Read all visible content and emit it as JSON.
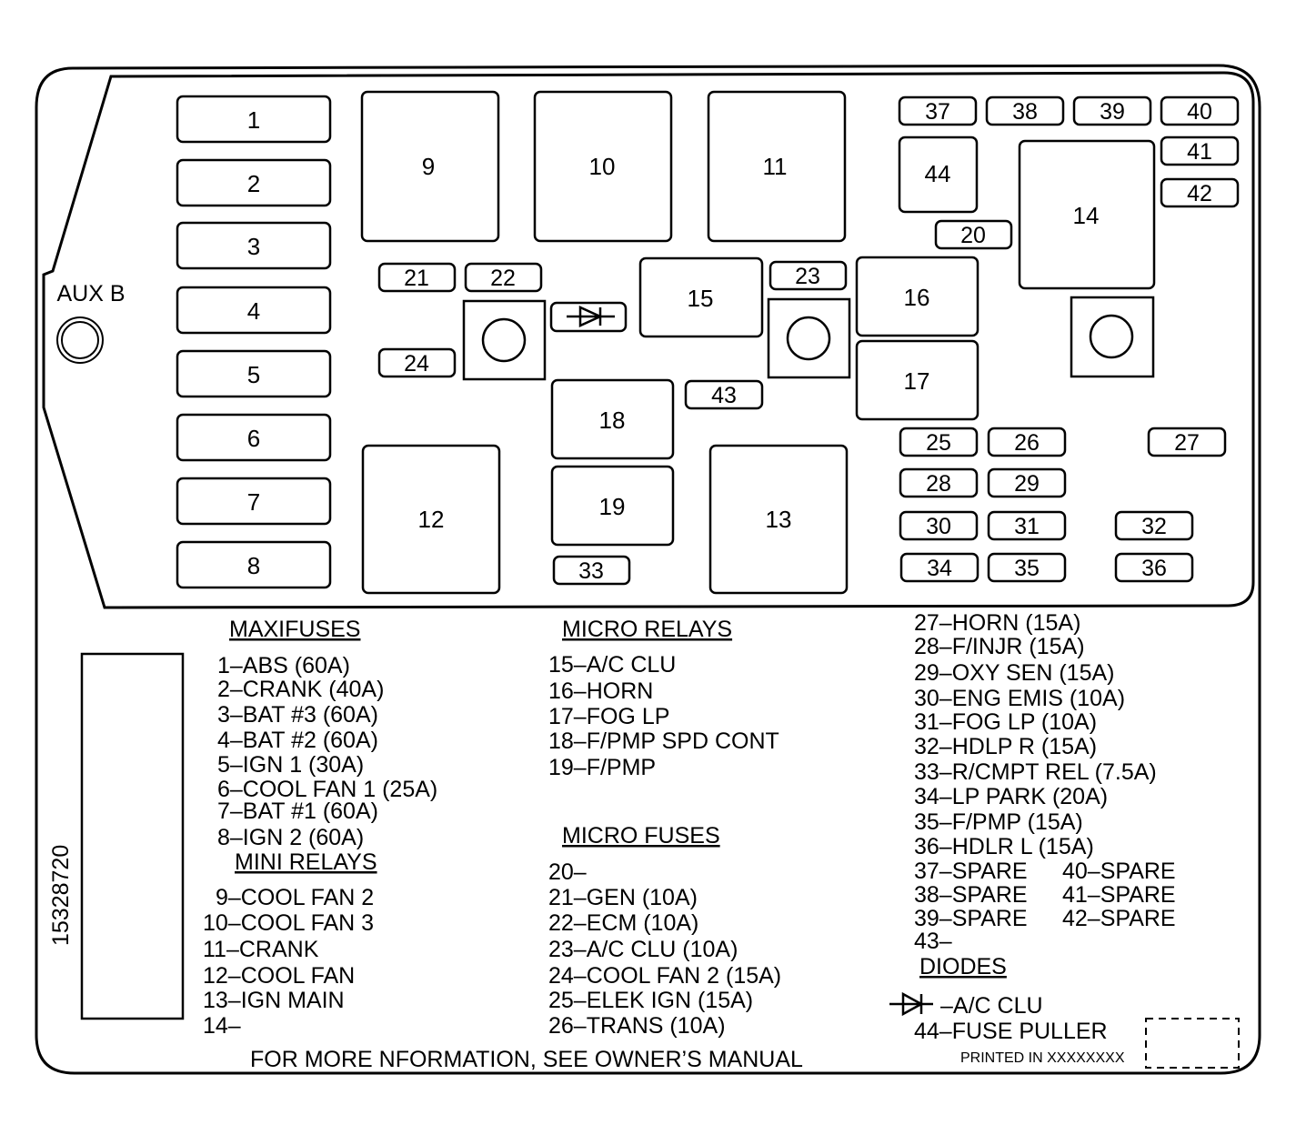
{
  "aux_label": "AUX B",
  "part_number": "15328720",
  "components": {
    "c1": "1",
    "c2": "2",
    "c3": "3",
    "c4": "4",
    "c5": "5",
    "c6": "6",
    "c7": "7",
    "c8": "8",
    "c9": "9",
    "c10": "10",
    "c11": "11",
    "c12": "12",
    "c13": "13",
    "c14": "14",
    "c15": "15",
    "c16": "16",
    "c17": "17",
    "c18": "18",
    "c19": "19",
    "c20": "20",
    "c21": "21",
    "c22": "22",
    "c23": "23",
    "c24": "24",
    "c25": "25",
    "c26": "26",
    "c27": "27",
    "c28": "28",
    "c29": "29",
    "c30": "30",
    "c31": "31",
    "c32": "32",
    "c33": "33",
    "c34": "34",
    "c35": "35",
    "c36": "36",
    "c37": "37",
    "c38": "38",
    "c39": "39",
    "c40": "40",
    "c41": "41",
    "c42": "42",
    "c43": "43",
    "c44": "44"
  },
  "legend": {
    "maxifuses": {
      "heading": "MAXIFUSES",
      "items": [
        "1–ABS (60A)",
        "2–CRANK (40A)",
        "3–BAT #3 (60A)",
        "4–BAT #2 (60A)",
        "5–IGN 1 (30A)",
        "6–COOL FAN 1 (25A)",
        "7–BAT #1 (60A)",
        "8–IGN 2 (60A)"
      ]
    },
    "mini_relays": {
      "heading": "MINI RELAYS",
      "items": [
        "9–COOL FAN 2",
        "10–COOL FAN 3",
        "11–CRANK",
        "12–COOL FAN",
        "13–IGN MAIN",
        "14–"
      ]
    },
    "micro_relays": {
      "heading": "MICRO RELAYS",
      "items": [
        "15–A/C CLU",
        "16–HORN",
        "17–FOG LP",
        "18–F/PMP SPD CONT",
        "19–F/PMP"
      ]
    },
    "micro_fuses": {
      "heading": "MICRO FUSES",
      "items": [
        "20–",
        "21–GEN (10A)",
        "22–ECM (10A)",
        "23–A/C CLU (10A)",
        "24–COOL FAN 2 (15A)",
        "25–ELEK IGN (15A)",
        "26–TRANS (10A)"
      ]
    },
    "right_list": {
      "items": [
        "27–HORN (15A)",
        "28–F/INJR (15A)",
        "29–OXY SEN (15A)",
        "30–ENG EMIS (10A)",
        "31–FOG LP (10A)",
        "32–HDLP R (15A)",
        "33–R/CMPT REL (7.5A)",
        "34–LP PARK (20A)",
        "35–F/PMP (15A)",
        "36–HDLR L (15A)"
      ],
      "spares_left": [
        "37–SPARE",
        "38–SPARE",
        "39–SPARE"
      ],
      "spares_right": [
        "40–SPARE",
        "41–SPARE",
        "42–SPARE"
      ],
      "item43": "43–"
    },
    "diodes": {
      "heading": "DIODES",
      "item": "–A/C CLU"
    },
    "item44": "44–FUSE PULLER"
  },
  "footer": {
    "info": "FOR MORE NFORMATION, SEE OWNER’S MANUAL",
    "printed": "PRINTED IN XXXXXXXX"
  }
}
